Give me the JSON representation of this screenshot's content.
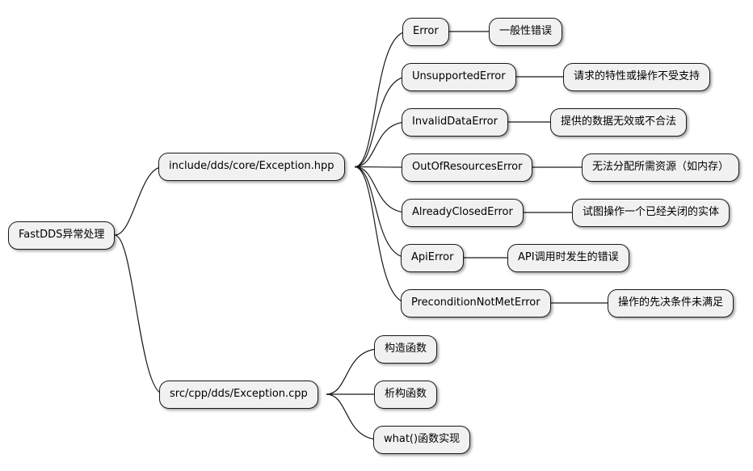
{
  "diagram": {
    "type": "mindmap",
    "title": "FastDDS exception handling mind map",
    "colors": {
      "canvas_bg": "#FFFFFF",
      "node_bg": "#F1F1F1",
      "node_border": "#181818",
      "connector": "#181818",
      "text": "#000000"
    }
  },
  "mindmap": {
    "root": {
      "label": "FastDDS异常处理"
    },
    "branches": [
      {
        "label": "include/dds/core/Exception.hpp",
        "children": [
          {
            "label": "Error",
            "desc": "一般性错误"
          },
          {
            "label": "UnsupportedError",
            "desc": "请求的特性或操作不受支持"
          },
          {
            "label": "InvalidDataError",
            "desc": "提供的数据无效或不合法"
          },
          {
            "label": "OutOfResourcesError",
            "desc": "无法分配所需资源（如内存）"
          },
          {
            "label": "AlreadyClosedError",
            "desc": "试图操作一个已经关闭的实体"
          },
          {
            "label": "ApiError",
            "desc": "API调用时发生的错误"
          },
          {
            "label": "PreconditionNotMetError",
            "desc": "操作的先决条件未满足"
          }
        ]
      },
      {
        "label": "src/cpp/dds/Exception.cpp",
        "children": [
          {
            "label": "构造函数"
          },
          {
            "label": "析构函数"
          },
          {
            "label": "what()函数实现"
          }
        ]
      }
    ]
  }
}
